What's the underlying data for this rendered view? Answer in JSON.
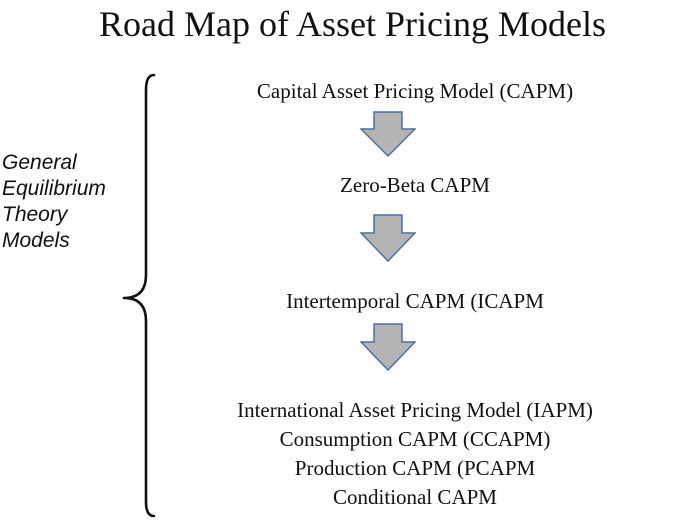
{
  "title": "Road Map of Asset Pricing Models",
  "side_label": {
    "lines": [
      "General",
      "Equilibrium",
      "Theory",
      "Models"
    ]
  },
  "models": {
    "step1": "Capital Asset Pricing Model (CAPM)",
    "step2": "Zero-Beta CAPM",
    "step3": "Intertemporal CAPM (ICAPM",
    "group": [
      "International Asset Pricing Model (IAPM)",
      "Consumption CAPM (CCAPM)",
      "Production CAPM (PCAPM",
      "Conditional CAPM"
    ]
  },
  "colors": {
    "arrow_fill": "#b4b4b4",
    "arrow_stroke": "#4a6fa5",
    "text": "#111111"
  },
  "icons": {
    "arrow": "down-arrow-icon",
    "brace": "left-curly-brace"
  }
}
